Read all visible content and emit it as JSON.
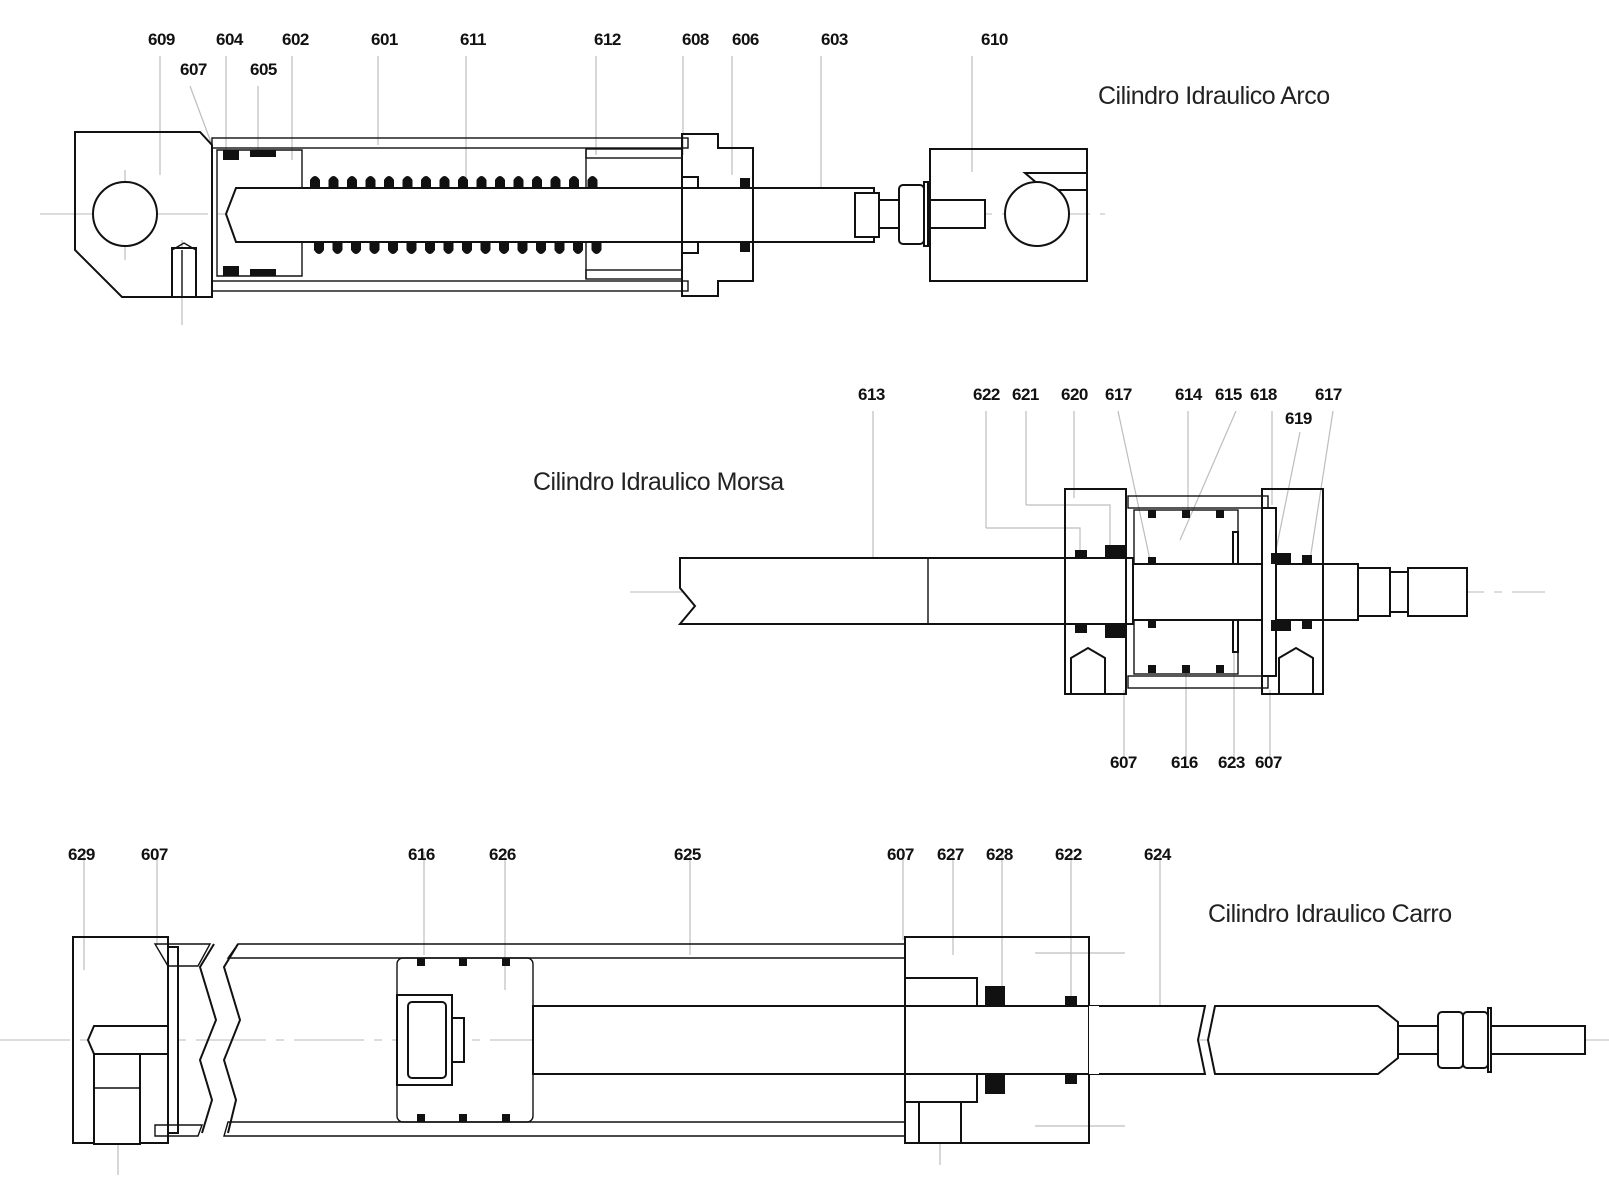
{
  "drawing": {
    "cylinders": [
      {
        "id": "arco",
        "title": "Cilindro Idraulico Arco",
        "labels": [
          "609",
          "604",
          "602",
          "601",
          "611",
          "612",
          "608",
          "606",
          "603",
          "610",
          "607",
          "605"
        ]
      },
      {
        "id": "morsa",
        "title": "Cilindro Idraulico Morsa",
        "labels_top": [
          "613",
          "622",
          "621",
          "620",
          "617",
          "614",
          "615",
          "618",
          "617",
          "619"
        ],
        "labels_bottom": [
          "607",
          "616",
          "623",
          "607"
        ]
      },
      {
        "id": "carro",
        "title": "Cilindro Idraulico Carro",
        "labels": [
          "629",
          "607",
          "616",
          "626",
          "625",
          "607",
          "627",
          "628",
          "622",
          "624"
        ]
      }
    ],
    "colors": {
      "line": "#111111",
      "leader": "#bdbdbd",
      "background": "#ffffff"
    }
  }
}
